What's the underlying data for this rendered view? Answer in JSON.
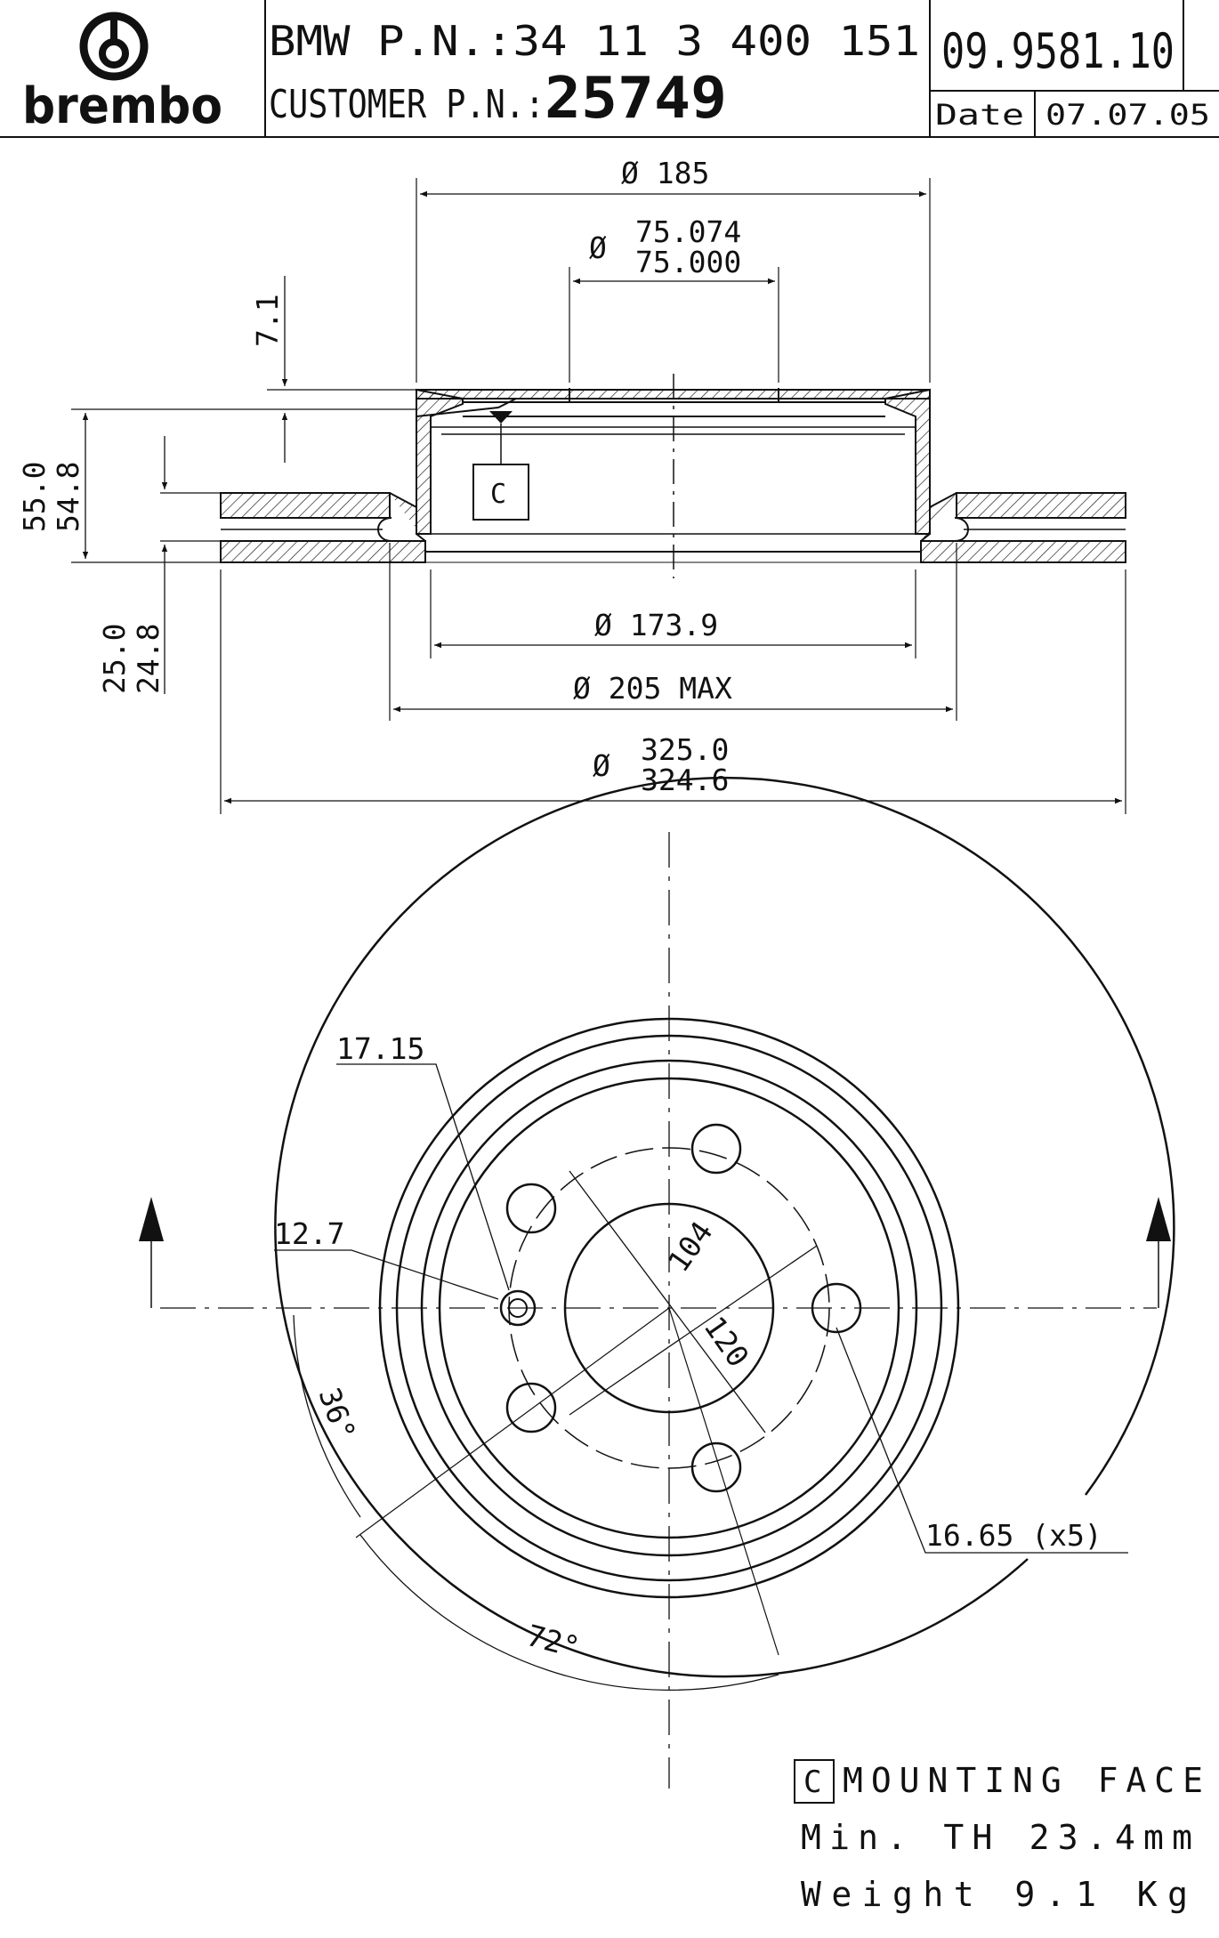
{
  "header": {
    "brand": "brembo",
    "bmw_pn": "BMW P.N.:34 11 3 400 151",
    "customer_pn_label": "CUSTOMER P.N.:",
    "customer_pn": "25749",
    "code": "09.9581.10",
    "date_label": "Date",
    "date": "07.07.05"
  },
  "section_dims": {
    "d185": "Ø 185",
    "d75_max": "75.074",
    "d75_min": "75.000",
    "dia_symbol": "Ø",
    "h71": "7.1",
    "h550": "55.0",
    "h548": "54.8",
    "t250": "25.0",
    "t248": "24.8",
    "d1739": "Ø 173.9",
    "d205": "Ø 205 MAX",
    "d3250": "325.0",
    "d3246": "324.6",
    "datum": "C"
  },
  "plan_dims": {
    "d1715": "17.15",
    "d127": "12.7",
    "d104": "104",
    "d120": "120",
    "a36": "36°",
    "a72": "72°",
    "d1665": "16.65 (x5)"
  },
  "notes": {
    "datum_box": "C",
    "mounting_face": "MOUNTING FACE",
    "min_th": "Min. TH 23.4mm",
    "weight": "Weight 9.1 Kg"
  }
}
